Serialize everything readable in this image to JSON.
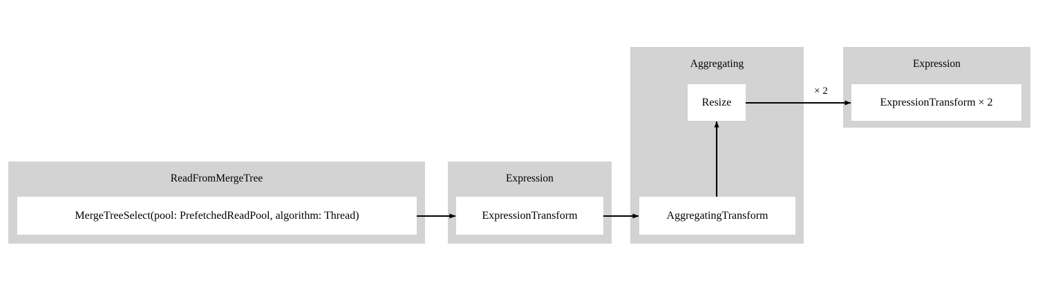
{
  "diagram": {
    "type": "query-pipeline-graph",
    "background_color": "#ffffff",
    "cluster_color": "#d3d3d3",
    "node_color": "#ffffff",
    "edge_color": "#000000",
    "clusters": [
      {
        "id": "cluster-read-from-merge-tree",
        "label": "ReadFromMergeTree",
        "nodes": [
          {
            "id": "node-merge-tree-select",
            "label": "MergeTreeSelect(pool: PrefetchedReadPool, algorithm: Thread)"
          }
        ]
      },
      {
        "id": "cluster-expression-1",
        "label": "Expression",
        "nodes": [
          {
            "id": "node-expression-transform",
            "label": "ExpressionTransform"
          }
        ]
      },
      {
        "id": "cluster-aggregating",
        "label": "Aggregating",
        "nodes": [
          {
            "id": "node-resize",
            "label": "Resize"
          },
          {
            "id": "node-aggregating-transform",
            "label": "AggregatingTransform"
          }
        ]
      },
      {
        "id": "cluster-expression-2",
        "label": "Expression",
        "nodes": [
          {
            "id": "node-expression-transform-x2",
            "label": "ExpressionTransform × 2"
          }
        ]
      }
    ],
    "edges": [
      {
        "id": "edge-select-to-expression",
        "from": "node-merge-tree-select",
        "to": "node-expression-transform",
        "label": ""
      },
      {
        "id": "edge-expression-to-aggregating",
        "from": "node-expression-transform",
        "to": "node-aggregating-transform",
        "label": ""
      },
      {
        "id": "edge-aggregating-to-resize",
        "from": "node-aggregating-transform",
        "to": "node-resize",
        "label": ""
      },
      {
        "id": "edge-resize-to-expression2",
        "from": "node-resize",
        "to": "node-expression-transform-x2",
        "label": "× 2"
      }
    ]
  }
}
